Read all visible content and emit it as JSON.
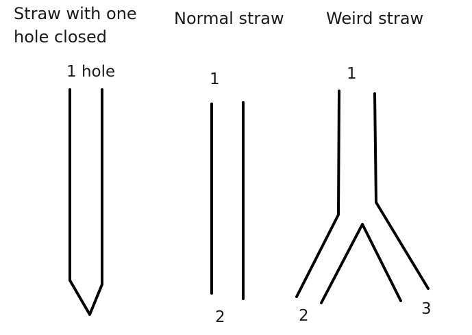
{
  "straws": [
    {
      "title_line1": "Straw with one",
      "title_line2": "hole closed",
      "hole_labels": [
        "1 hole"
      ]
    },
    {
      "title": "Normal straw",
      "hole_labels": [
        "1",
        "2"
      ]
    },
    {
      "title": "Weird straw",
      "hole_labels": [
        "1",
        "2",
        "3"
      ]
    }
  ],
  "colors": {
    "stroke": "#000000",
    "text": "#1a1a1a",
    "background": "#ffffff"
  }
}
